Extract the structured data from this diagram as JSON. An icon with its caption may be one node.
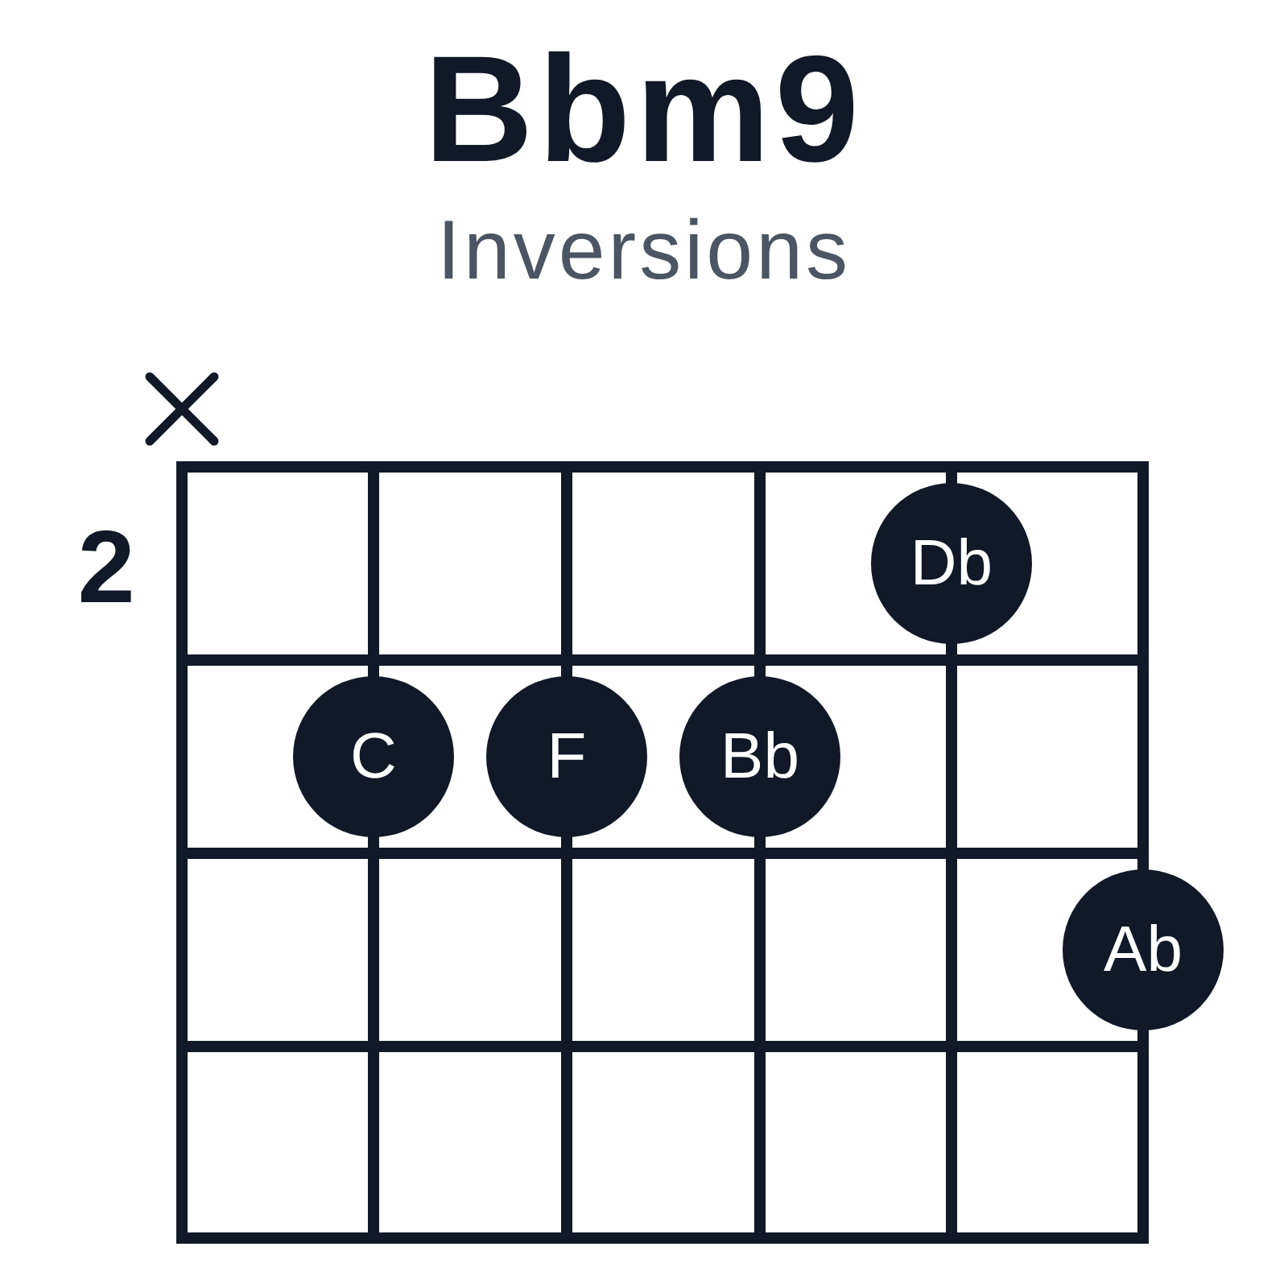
{
  "diagram": {
    "title": "Bbm9",
    "nodes": [
      {
        "text": [
          "Db"
        ]
      },
      {
        "text": [
          "C"
        ]
      },
      {
        "text": [
          "F"
        ]
      },
      {
        "text": [
          "Bb"
        ]
      },
      {
        "text": [
          "Ab"
        ]
      }
    ],
    "labels": [
      "Inversions",
      "2"
    ]
  }
}
